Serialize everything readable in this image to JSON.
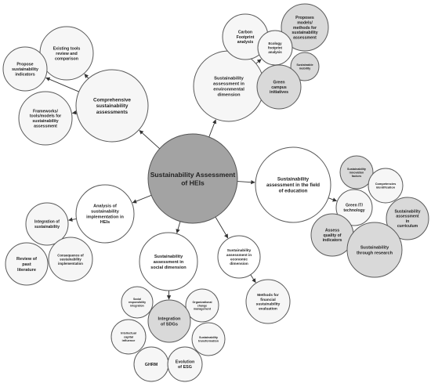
{
  "center": "Sustainability Assessment of HEIs",
  "categories": {
    "comprehensive": "Comprehensive sustainability assessments",
    "environmental": "Sustainability assessment in environmental dimension",
    "education": "Sustainability assessment in the field of education",
    "economic": "Sustainability assessment in economic dimension",
    "social": "Sustainability assessment in social dimension",
    "implementation": "Analysis of sustainability implementation in HEIs"
  },
  "leaves": {
    "existing_tools": "Existing tools review and comparison",
    "propose_indicators": "Propose sustainability indicators",
    "frameworks": "Frameworks/ tools/models for sustainability assessment",
    "carbon_footprint": "Carbon Footprint analysis",
    "proposes_models": "Proposes models/ methods for sustainability assessment",
    "ecology_footprint": "Ecology footprint analysis",
    "sustainable_mobility": "Sustainable mobility",
    "green_campus": "Green campus initiatives",
    "sustainability_innovation": "Sustainability innovation factors",
    "competencies": "Competencies identification",
    "green_it": "Green IT/ technology",
    "curriculum": "Sustainability assessment in curriculum",
    "assess_quality": "Assess quality of indicators",
    "through_research": "Sustainability through research",
    "financial_methods": "Methods for financial sustainability evaluation",
    "social_responsibility": "Social responsibility integration",
    "organizational_change": "Organizational change management",
    "integration_sdgs": "Integration of SDGs",
    "intellectual_capital": "Intellectual capital influence",
    "sustainability_transformation": "Sustainability transformation",
    "ghrm": "GHRM",
    "evolution_esg": "Evolution of ESG",
    "integration_sustainability": "Integration of sustainability",
    "review_literature": "Review of past literature",
    "consequence_implementation": "Consequence of sustainability implementation"
  }
}
